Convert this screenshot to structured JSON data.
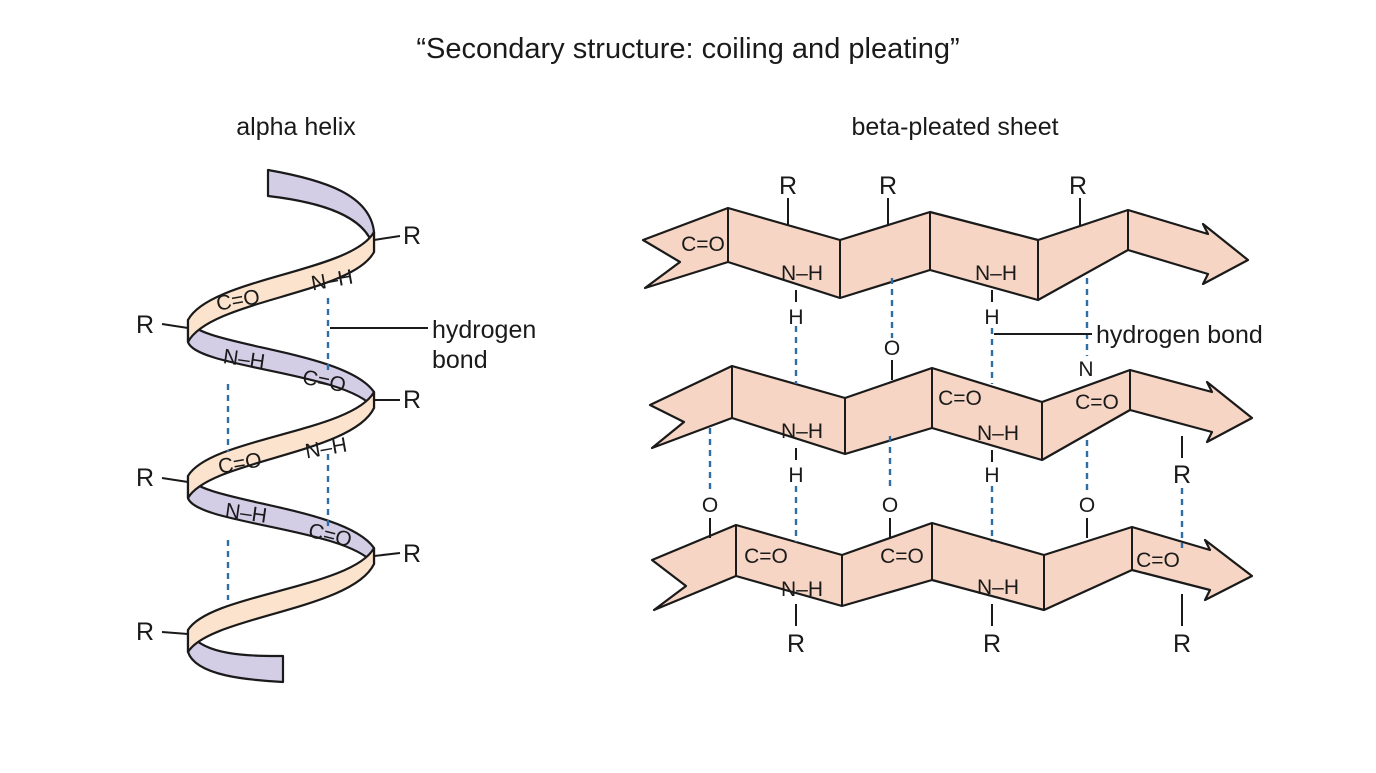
{
  "title": "“Secondary structure: coiling and pleating”",
  "helix": {
    "subtitle": "alpha helix",
    "r": "R",
    "co": "C=O",
    "nh": "N–H",
    "hbond_line1": "hydrogen",
    "hbond_line2": "bond"
  },
  "sheet": {
    "subtitle": "beta-pleated sheet",
    "r": "R",
    "co": "C=O",
    "nh": "N–H",
    "h": "H",
    "o": "O",
    "n": "N",
    "hbond": "hydrogen bond"
  },
  "colors": {
    "helix_front": "#fbe3cd",
    "helix_back": "#d4cde6",
    "strand": "#f6d5c4",
    "hydrogen_bond": "#2f6ea5"
  }
}
